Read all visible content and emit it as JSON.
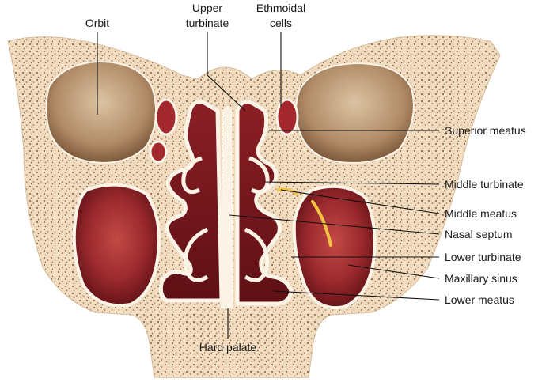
{
  "labels": {
    "orbit": "Orbit",
    "upper_turbinate": [
      "Upper",
      "turbinate"
    ],
    "ethmoidal_cells": [
      "Ethmoidal",
      "cells"
    ],
    "superior_meatus": "Superior meatus",
    "middle_turbinate": "Middle turbinate",
    "middle_meatus": "Middle meatus",
    "nasal_septum": "Nasal septum",
    "lower_turbinate": "Lower turbinate",
    "maxillary_sinus": "Maxillary sinus",
    "lower_meatus": "Lower meatus",
    "hard_palate": "Hard palate"
  },
  "colors": {
    "bone": "#f0dcc0",
    "bone_dots": "#9a6b4a",
    "cavity_dark": "#6a1218",
    "cavity_mid": "#9c2a2e",
    "cavity_light": "#c24a45",
    "mucosa_outline": "#fbf3e6",
    "orbit_fill": "#b08a66",
    "orbit_highlight": "#d8bd9c",
    "nerve": "#f2c440"
  }
}
